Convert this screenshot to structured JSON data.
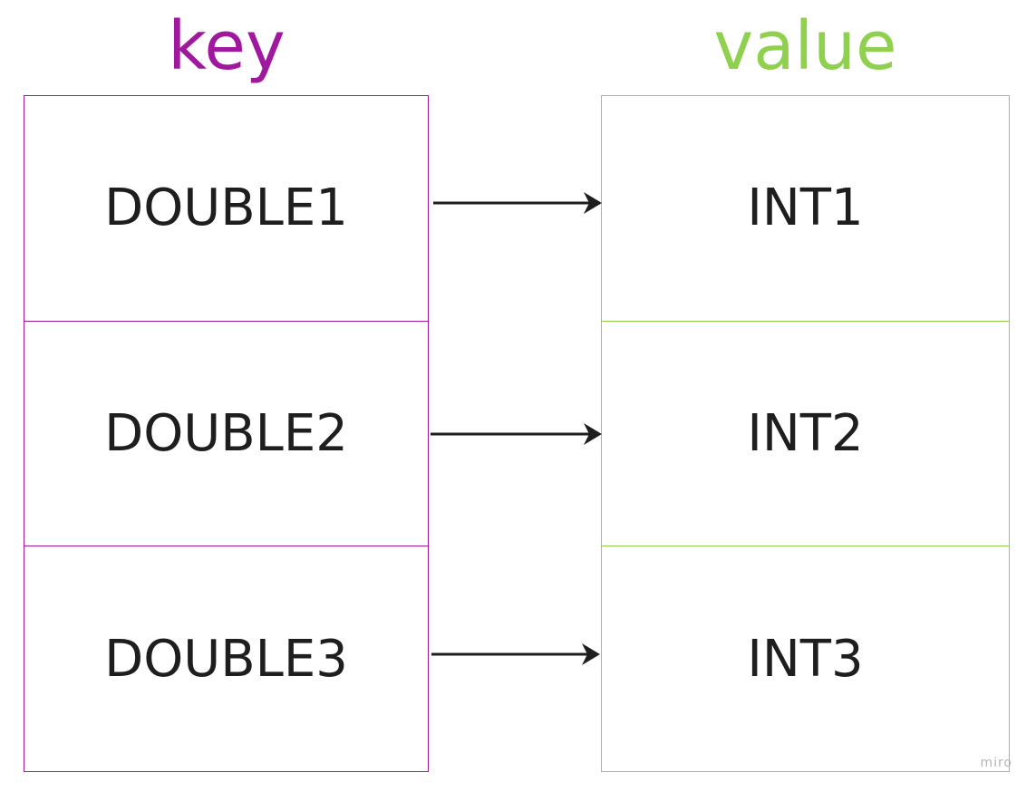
{
  "headings": {
    "key": "key",
    "value": "value"
  },
  "colors": {
    "key": "#a0189e",
    "value": "#8fd14f",
    "text": "#1e1e1e",
    "arrow": "#1e1e1e"
  },
  "pairs": [
    {
      "key": "DOUBLE1",
      "value": "INT1"
    },
    {
      "key": "DOUBLE2",
      "value": "INT2"
    },
    {
      "key": "DOUBLE3",
      "value": "INT3"
    }
  ],
  "watermark": "miro"
}
